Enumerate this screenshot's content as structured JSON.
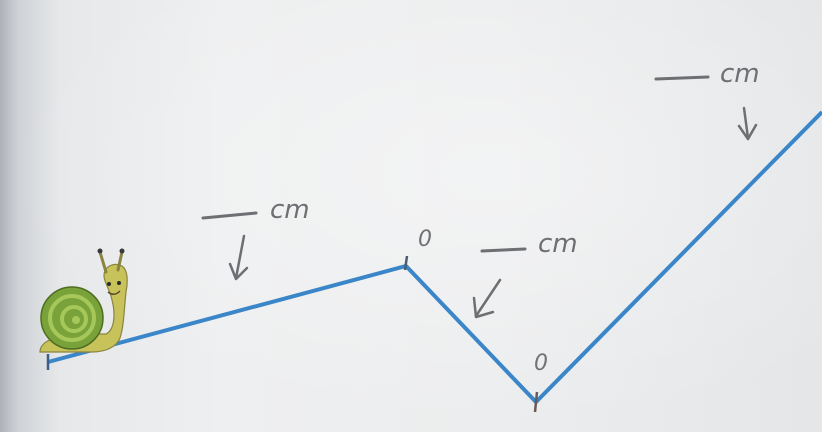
{
  "labels": {
    "segment_1_unit": "cm",
    "segment_2_unit": "cm",
    "segment_3_unit": "cm",
    "vertex_1_mark": "0",
    "vertex_2_mark": "0"
  },
  "icons": {
    "start": "snail-icon"
  },
  "colors": {
    "path_line": "#3a86c8",
    "pencil": "#6d6f73"
  }
}
